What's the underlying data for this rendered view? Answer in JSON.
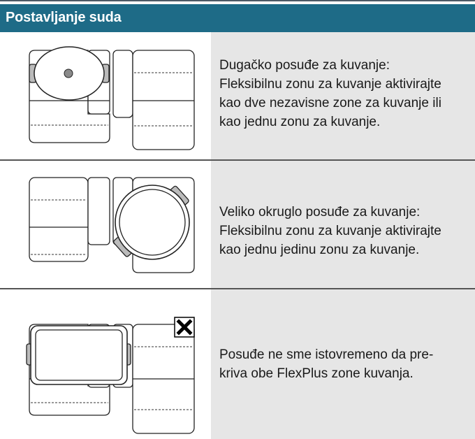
{
  "header": {
    "title": "Postavljanje suda"
  },
  "colors": {
    "header_bg": "#1e6b87",
    "panel_bg": "#e6e6e6",
    "prohibit_mark": "#000000"
  },
  "rows": [
    {
      "figure_icon": "cooktop-oval-pot-icon",
      "text": "Dugačko posuđe za kuvanje:\nFleksibilnu zonu za kuvanje aktivirajte\nkao dve nezavisne zone za kuvanje ili\nkao jednu zonu za kuvanje."
    },
    {
      "figure_icon": "cooktop-round-pot-icon",
      "text": "Veliko okruglo posuđe za kuvanje:\nFleksibilnu zonu za kuvanje aktivirajte\nkao jednu jedinu zonu za kuvanje."
    },
    {
      "figure_icon": "cooktop-rectangular-pan-prohibited-icon",
      "text": "Posuđe ne sme istovremeno da pre-\nkriva obe FlexPlus zone kuvanja."
    }
  ]
}
